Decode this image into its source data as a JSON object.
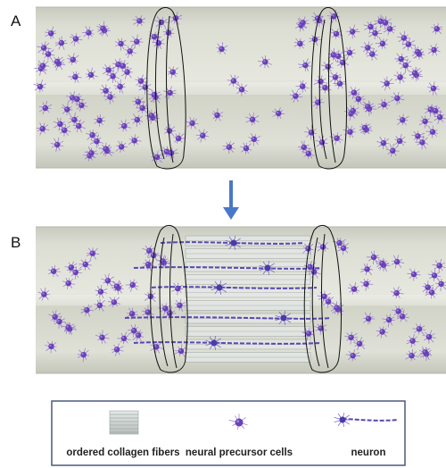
{
  "panels": [
    {
      "label": "A"
    },
    {
      "label": "B"
    }
  ],
  "legend": {
    "items": [
      {
        "label": "ordered collagen fibers",
        "icon": "collagen-fibers-icon"
      },
      {
        "label": "neural precursor cells",
        "icon": "neural-precursor-cell-icon"
      },
      {
        "label": "neuron",
        "icon": "neuron-icon"
      }
    ]
  },
  "colors": {
    "cell": "#6a3fb8",
    "tube": "#d6d8cc",
    "arrow": "#4a78c8",
    "collagen": "#b9c0bf",
    "border": "#4b5a7a"
  }
}
